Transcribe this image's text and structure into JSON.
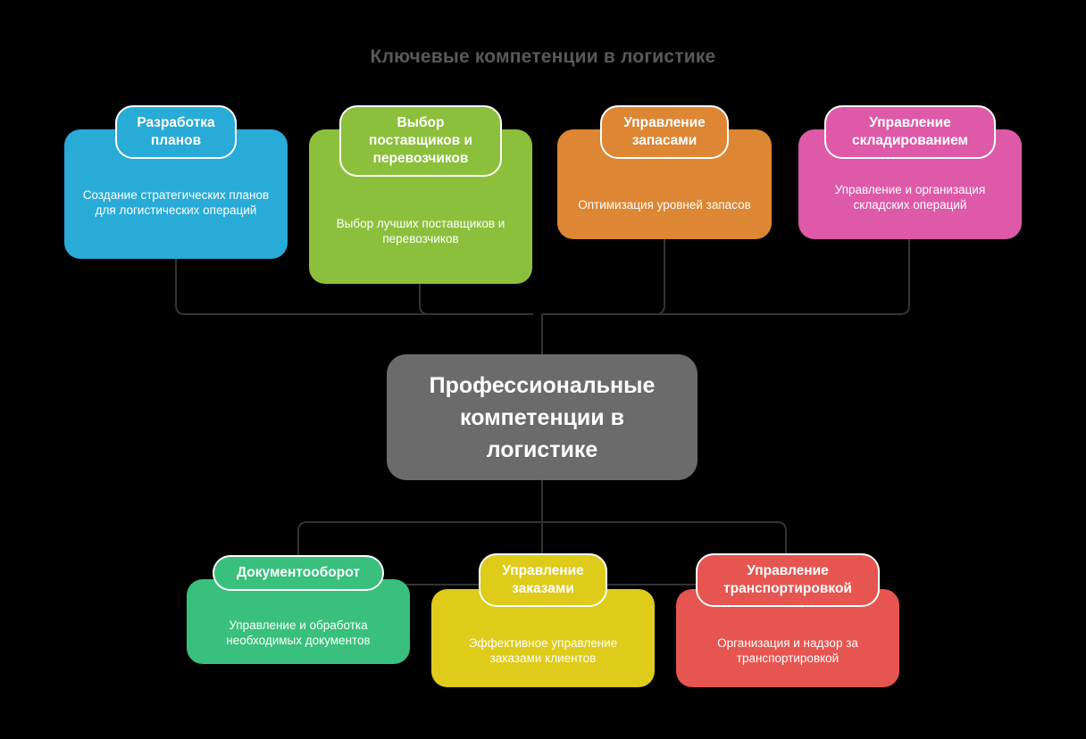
{
  "diagram": {
    "title": "Ключевые компетенции в логистике",
    "title_color": "#595959",
    "background_color": "#000000",
    "connector_color": "#333333",
    "center": {
      "label": "Профессиональные\nкомпетенции в\nлогистике",
      "color": "#6b6b6b"
    },
    "top_nodes": [
      {
        "title": "Разработка\nпланов",
        "description": "Создание стратегических планов для логистических операций",
        "color": "#29abd8"
      },
      {
        "title": "Выбор\nпоставщиков и\nперевозчиков",
        "description": "Выбор лучших поставщиков и перевозчиков",
        "color": "#8cc03c"
      },
      {
        "title": "Управление\nзапасами",
        "description": "Оптимизация уровней запасов",
        "color": "#dd8633"
      },
      {
        "title": "Управление\nскладированием",
        "description": "Управление и организация складских операций",
        "color": "#de59a8"
      }
    ],
    "bottom_nodes": [
      {
        "title": "Документооборот",
        "description": "Управление и обработка необходимых документов",
        "color": "#38c07c"
      },
      {
        "title": "Управление\nзаказами",
        "description": "Эффективное управление заказами клиентов",
        "color": "#decb1a"
      },
      {
        "title": "Управление\nтранспортировкой",
        "description": "Организация и надзор за транспортировкой",
        "color": "#e65550"
      }
    ]
  }
}
